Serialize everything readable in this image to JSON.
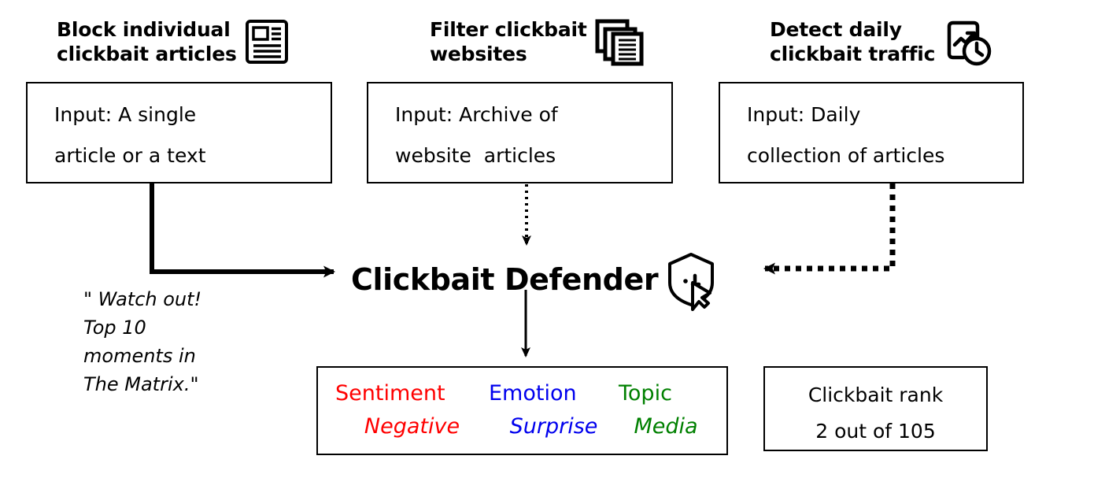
{
  "diagram": {
    "center": {
      "label": "Clickbait Defender",
      "icon": "shield-cursor-icon"
    },
    "columns": [
      {
        "id": "block-articles",
        "title": "Block individual\nclickbait articles",
        "icon": "article-icon",
        "input_lines": [
          "Input: A single",
          "article or a text"
        ],
        "connector": "solid-elbow-arrow"
      },
      {
        "id": "filter-websites",
        "title": "Filter clickbait\nwebsites",
        "icon": "stacked-documents-icon",
        "input_lines": [
          "Input: Archive of",
          "website  articles"
        ],
        "connector": "dotted-down-arrow"
      },
      {
        "id": "detect-traffic",
        "title": "Detect daily\nclickbait traffic",
        "icon": "chart-clock-icon",
        "input_lines": [
          "Input: Daily",
          "collection of articles"
        ],
        "connector": "dashed-elbow-arrow"
      }
    ],
    "quote": "\" Watch out!\nTop 10\nmoments in\nThe Matrix.\"",
    "results": [
      {
        "label": "Sentiment",
        "value": "Negative",
        "color": "#ff0000"
      },
      {
        "label": "Emotion",
        "value": "Surprise",
        "color": "#0000ee"
      },
      {
        "label": "Topic",
        "value": "Media",
        "color": "#008000"
      }
    ],
    "rank": {
      "title": "Clickbait rank",
      "value": "2 out of 105"
    },
    "colors": {
      "line": "#000000",
      "background": "#ffffff",
      "sentiment": "#ff0000",
      "emotion": "#0000ee",
      "topic": "#008000"
    }
  }
}
